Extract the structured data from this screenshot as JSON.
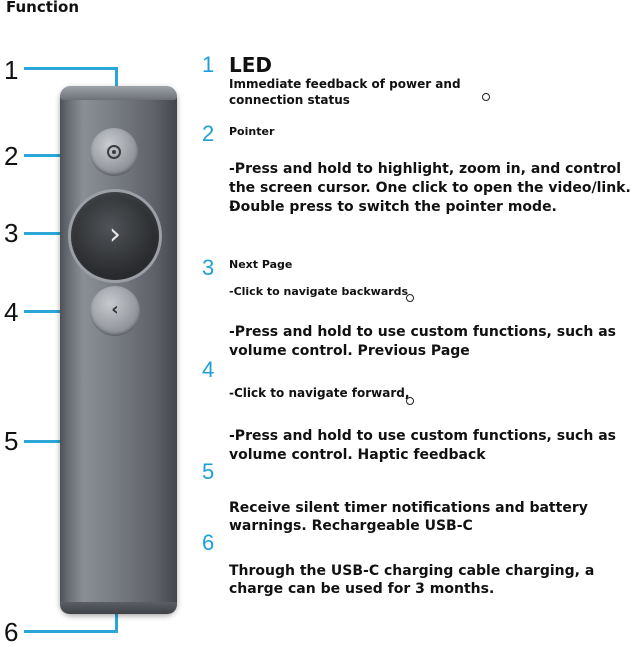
{
  "page": {
    "title": "Function"
  },
  "callouts": [
    "1",
    "2",
    "3",
    "4",
    "5",
    "6"
  ],
  "sections": [
    {
      "number": "1",
      "heading": "LED",
      "lines": [
        "Immediate feedback of power and",
        "connection status"
      ]
    },
    {
      "number": "2",
      "heading": "Pointer",
      "lines": [
        "-Press and hold to highlight, zoom in, and control",
        "the screen cursor. One click to open the video/link. -",
        "Double press to switch the pointer mode."
      ]
    },
    {
      "number": "3",
      "heading": "Next Page",
      "lines": [
        "-Click to navigate backwards",
        "-Press and hold to use custom functions, such as",
        "volume control. Previous Page"
      ]
    },
    {
      "number": "4",
      "heading": "",
      "lines": [
        "-Click to navigate forward,",
        "-Press and hold to use custom functions, such as",
        "volume control. Haptic feedback"
      ]
    },
    {
      "number": "5",
      "heading": "",
      "lines": [
        "Receive silent timer notifications and battery",
        "warnings. Rechargeable USB-C"
      ]
    },
    {
      "number": "6",
      "heading": "",
      "lines": [
        "Through the USB-C charging cable charging, a",
        "charge can be used for 3 months."
      ]
    }
  ],
  "icons": {
    "pointer_button": "target-icon",
    "next_button": "chevron-right-icon",
    "prev_button": "chevron-left-icon"
  },
  "colors": {
    "accent": "#1e9fd6",
    "leader": "#2aa7d8",
    "remote_body": "#6f7379"
  },
  "glyphs": {
    "next": "›",
    "prev": "‹"
  }
}
